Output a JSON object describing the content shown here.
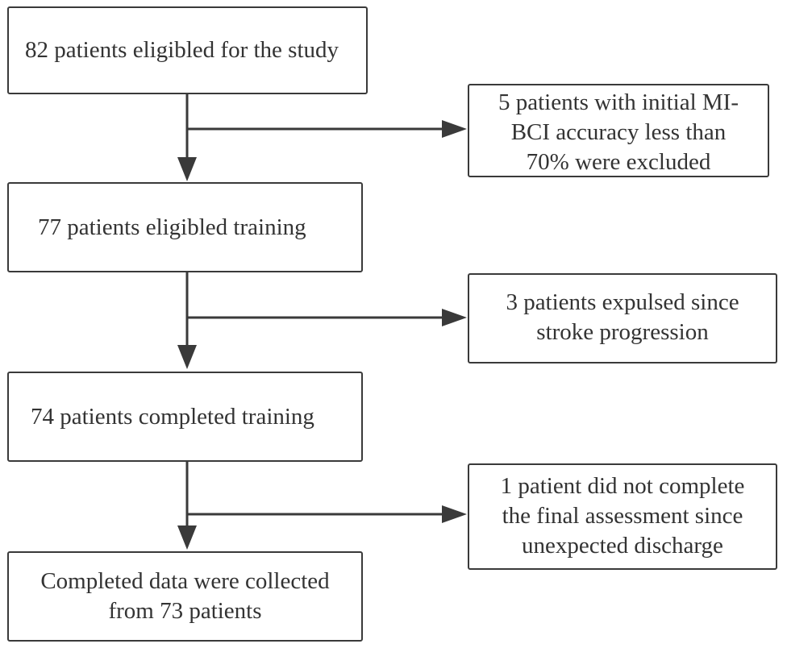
{
  "steps": [
    {
      "lines": [
        "82 patients eligibled for the study"
      ]
    },
    {
      "lines": [
        "77 patients eligibled training"
      ]
    },
    {
      "lines": [
        "74 patients completed training"
      ]
    },
    {
      "lines": [
        "Completed data were collected",
        "from 73 patients"
      ]
    }
  ],
  "exclusions": [
    {
      "lines": [
        "5 patients with initial MI-",
        "BCI accuracy less than",
        "70% were excluded"
      ]
    },
    {
      "lines": [
        "3 patients expulsed since",
        "stroke progression"
      ]
    },
    {
      "lines": [
        "1 patient did not complete",
        "the final assessment since",
        "unexpected discharge"
      ]
    }
  ],
  "colors": {
    "stroke": "#3a3a3a",
    "text": "#333333",
    "background": "#ffffff"
  }
}
